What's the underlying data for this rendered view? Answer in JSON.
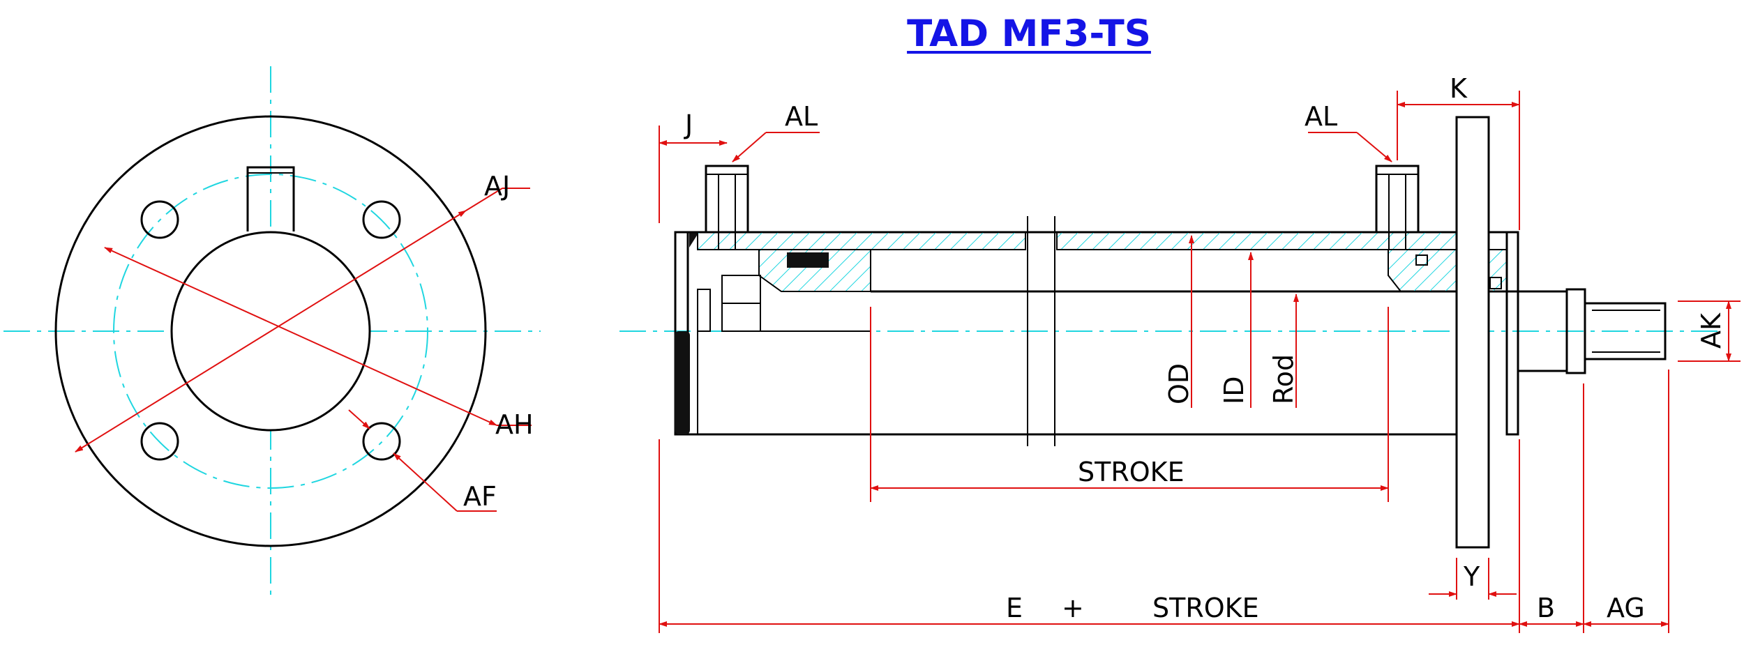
{
  "title": "TAD MF3-TS",
  "colors": {
    "link": "#1414e6",
    "line": "#000000",
    "center": "#1fd6e0",
    "dimension": "#e01010"
  },
  "end_view": {
    "labels": {
      "aj": "AJ",
      "ah": "AH",
      "af": "AF"
    }
  },
  "side_view": {
    "labels": {
      "j": "J",
      "al_left": "AL",
      "al_right": "AL",
      "k": "K",
      "od": "OD",
      "id": "ID",
      "rod": "Rod",
      "ak": "AK",
      "stroke": "STROKE",
      "y": "Y",
      "e": "E",
      "plus": "+",
      "stroke_total": "STROKE",
      "b": "B",
      "ag": "AG"
    }
  }
}
